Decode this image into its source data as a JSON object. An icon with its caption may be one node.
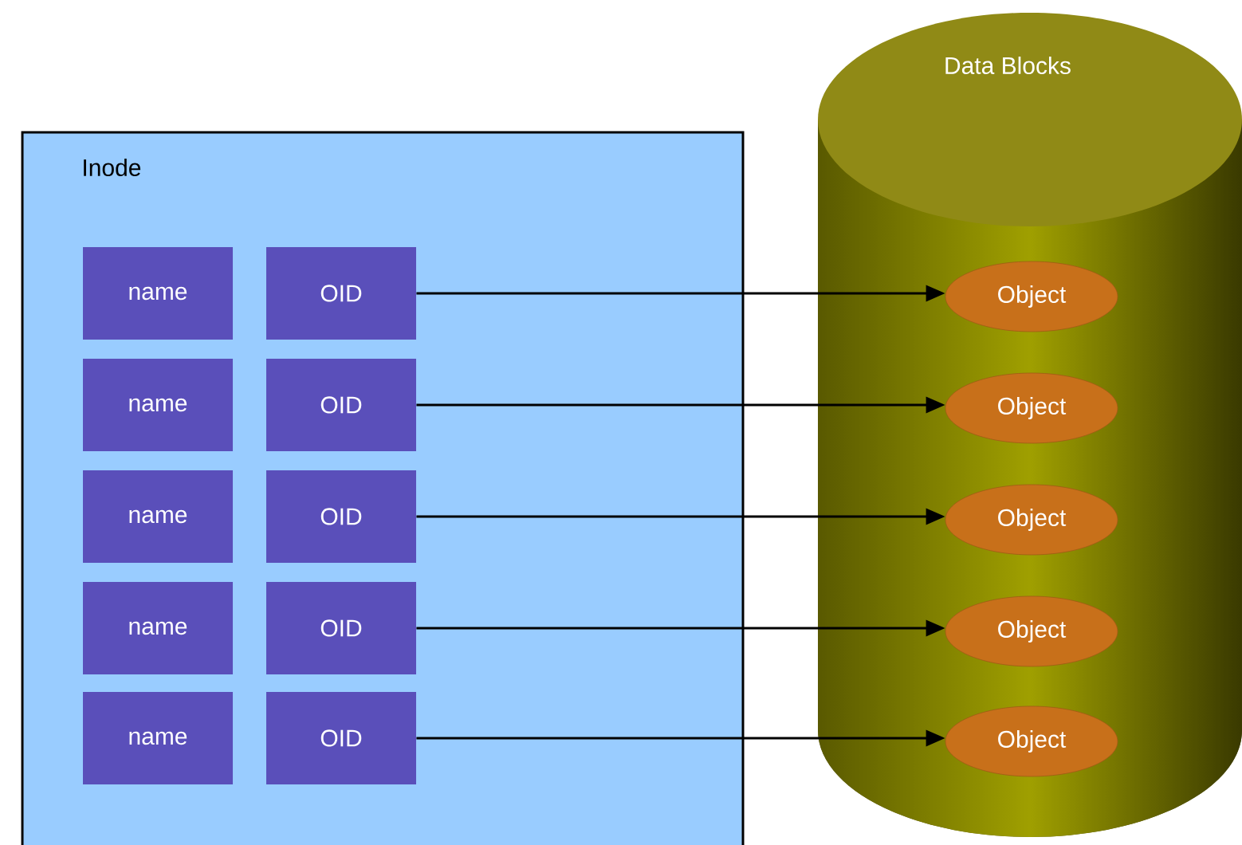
{
  "diagram": {
    "nodes": [
      {
        "text": [
          "Inode"
        ]
      },
      {
        "text": [
          "name"
        ],
        "in": 0
      },
      {
        "text": [
          "OID"
        ],
        "in": 0
      },
      {
        "text": [
          "name"
        ],
        "in": 0
      },
      {
        "text": [
          "OID"
        ],
        "in": 0
      },
      {
        "text": [
          "name"
        ],
        "in": 0
      },
      {
        "text": [
          "OID"
        ],
        "in": 0
      },
      {
        "text": [
          "name"
        ],
        "in": 0
      },
      {
        "text": [
          "OID"
        ],
        "in": 0
      },
      {
        "text": [
          "name"
        ],
        "in": 0
      },
      {
        "text": [
          "OID"
        ],
        "in": 0
      },
      {
        "text": [
          "Data Blocks"
        ]
      },
      {
        "text": [
          "Object"
        ],
        "in": 11
      },
      {
        "text": [
          "Object"
        ],
        "in": 11
      },
      {
        "text": [
          "Object"
        ],
        "in": 11
      },
      {
        "text": [
          "Object"
        ],
        "in": 11
      },
      {
        "text": [
          "Object"
        ],
        "in": 11
      }
    ],
    "edges": [
      {
        "from": 2,
        "to": 12,
        "arrow": "to"
      },
      {
        "from": 4,
        "to": 13,
        "arrow": "to"
      },
      {
        "from": 6,
        "to": 14,
        "arrow": "to"
      },
      {
        "from": 8,
        "to": 15,
        "arrow": "to"
      },
      {
        "from": 10,
        "to": 16,
        "arrow": "to"
      }
    ]
  }
}
